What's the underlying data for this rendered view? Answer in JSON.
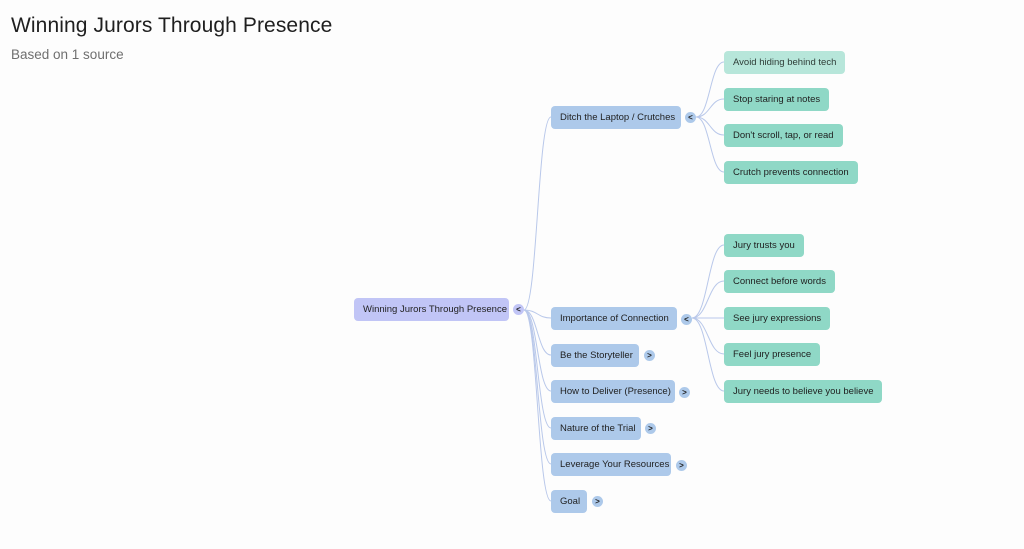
{
  "header": {
    "title": "Winning Jurors Through Presence",
    "subtitle": "Based on 1 source"
  },
  "mindmap": {
    "root": {
      "label": "Winning Jurors Through Presence",
      "toggle": "<"
    },
    "branches": [
      {
        "label": "Ditch the Laptop / Crutches",
        "toggle": "<",
        "expanded": true,
        "children": [
          "Avoid hiding behind tech",
          "Stop staring at notes",
          "Don't scroll, tap, or read",
          "Crutch prevents connection"
        ]
      },
      {
        "label": "Importance of Connection",
        "toggle": "<",
        "expanded": true,
        "children": [
          "Jury trusts you",
          "Connect before words",
          "See jury expressions",
          "Feel jury presence",
          "Jury needs to believe you believe"
        ]
      },
      {
        "label": "Be the Storyteller",
        "toggle": ">",
        "expanded": false,
        "children": []
      },
      {
        "label": "How to Deliver (Presence)",
        "toggle": ">",
        "expanded": false,
        "children": []
      },
      {
        "label": "Nature of the Trial",
        "toggle": ">",
        "expanded": false,
        "children": []
      },
      {
        "label": "Leverage Your Resources",
        "toggle": ">",
        "expanded": false,
        "children": []
      },
      {
        "label": "Goal",
        "toggle": ">",
        "expanded": false,
        "children": []
      }
    ]
  },
  "colors": {
    "root": "#c1c5f6",
    "branch": "#adc9ea",
    "leaf": "#8fd8c6",
    "edge": "#b9c8ea"
  }
}
